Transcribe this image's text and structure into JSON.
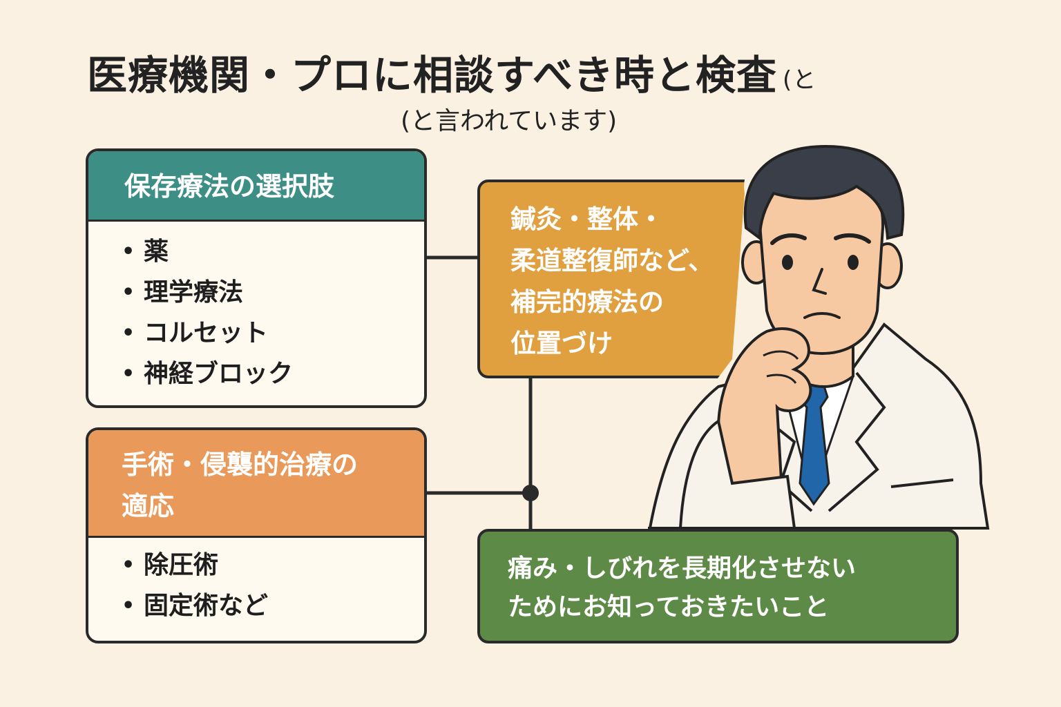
{
  "title": "医療機関・プロに相談すべき時と検査",
  "title_tail": "(と",
  "subtitle": "(と言われています)",
  "conservative": {
    "heading": "保存療法の選択肢",
    "items": [
      "薬",
      "理学療法",
      "コルセット",
      "神経ブロック"
    ]
  },
  "surgery": {
    "heading_lines": [
      "手術・侵襲的治療の",
      "適応"
    ],
    "items": [
      "除圧術",
      "固定術など"
    ]
  },
  "complementary": {
    "lines": [
      "鍼灸・整体・",
      "柔道整復師など、",
      "補完的療法の",
      "位置づけ"
    ]
  },
  "chronic": {
    "lines": [
      "痛み・しびれを長期化させない",
      "ためにお知っておきたいこと"
    ]
  },
  "bullet": "•",
  "illustration": "doctor-thinking",
  "colors": {
    "background": "#fbf1e2",
    "teal": "#3d8f86",
    "orange": "#e99a5a",
    "amber": "#e0a040",
    "green": "#5e8a48",
    "tie": "#2166a8"
  }
}
